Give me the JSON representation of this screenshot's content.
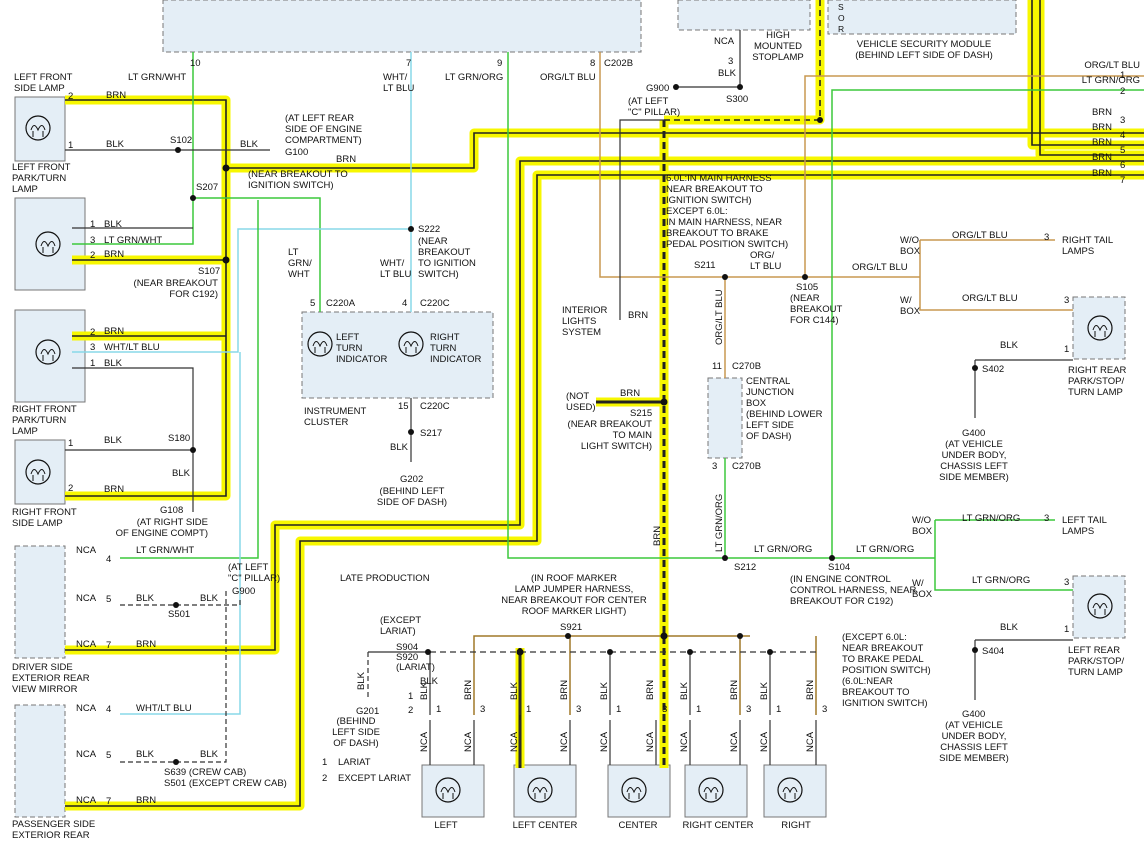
{
  "colors": {
    "highlight": "#f7f700",
    "brn": "#a07828",
    "ltgrn": "#3cc83c",
    "ltblu": "#88d8e8",
    "orgltblu": "#c89850",
    "component": "#e4eef6"
  },
  "top": {
    "pins": {
      "p10": "10",
      "p7": "7",
      "p9": "9",
      "p8": "8"
    },
    "connector": "C202B",
    "wires": {
      "w1": "LT GRN/WHT",
      "w2": "WHT/\nLT BLU",
      "w3": "LT GRN/ORG",
      "w4": "ORG/LT BLU"
    },
    "nca": "NCA",
    "pin3": "3",
    "blk": "BLK",
    "s300": "S300",
    "hmsl": "HIGH\nMOUNTED\nSTOPLAMP",
    "vsm": "VEHICLE SECURITY MODULE\n(BEHIND LEFT SIDE OF DASH)",
    "sor": "S\nO\nR"
  },
  "left": {
    "lfside": "LEFT FRONT\nSIDE LAMP",
    "lfpark": "LEFT FRONT\nPARK/TURN\nLAMP",
    "rfpark": "RIGHT FRONT\nPARK/TURN\nLAMP",
    "rfside": "RIGHT FRONT\nSIDE LAMP",
    "brn": "BRN",
    "blk": "BLK",
    "ltgrnwht": "LT GRN/WHT",
    "whtltblu": "WHT/LT BLU",
    "s102": "S102",
    "g100": "G100",
    "g100note": "(AT LEFT REAR\nSIDE OF ENGINE\nCOMPARTMENT)",
    "breakout": "(NEAR BREAKOUT TO\nIGNITION SWITCH)",
    "s207": "S207",
    "s107": "S107",
    "s107note": "(NEAR BREAKOUT\nFOR C192)",
    "s180": "S180",
    "g108": "G108",
    "g108note": "(AT RIGHT SIDE\nOF ENGINE COMPT)",
    "p1": "1",
    "p2": "2",
    "p3": "3"
  },
  "cluster": {
    "title": "INSTRUMENT\nCLUSTER",
    "lti": "LEFT\nTURN\nINDICATOR",
    "rti": "RIGHT\nTURN\nINDICATOR",
    "c220a": "C220A",
    "c220c": "C220C",
    "p5": "5",
    "p4": "4",
    "p15": "15",
    "ltgrnwht": "LT\nGRN/\nWHT",
    "whtltblu": "WHT/\nLT BLU",
    "s222": "S222",
    "s222note": "(NEAR\nBREAKOUT\nTO IGNITION\nSWITCH)",
    "blk": "BLK",
    "s217": "S217",
    "g202": "G202",
    "g202note": "(BEHIND LEFT\nSIDE OF DASH)"
  },
  "mirrors": {
    "driver": "DRIVER SIDE\nEXTERIOR REAR\nVIEW MIRROR",
    "passenger": "PASSENGER SIDE\nEXTERIOR REAR",
    "nca": "NCA",
    "p4": "4",
    "p5": "5",
    "p7": "7",
    "ltgrnwht": "LT GRN/WHT",
    "whtltblu": "WHT/LT BLU",
    "blk": "BLK",
    "brn": "BRN",
    "s501": "S501",
    "g900": "G900",
    "g900note": "(AT LEFT\n\"C\" PILLAR)",
    "s639": "S639 (CREW CAB)",
    "s501b": "S501 (EXCEPT CREW CAB)",
    "late": "LATE PRODUCTION"
  },
  "center": {
    "g900": "G900",
    "g900note": "(AT LEFT\n\"C\" PILLAR)",
    "note60": "6.0L:IN MAIN HARNESS\nNEAR BREAKOUT TO\nIGNITION SWITCH)\nEXCEPT 6.0L:\nIN MAIN HARNESS, NEAR\nBREAKOUT TO BRAKE\nPEDAL POSITION SWITCH)",
    "interior": "INTERIOR\nLIGHTS\nSYSTEM",
    "brn": "BRN",
    "notused": "(NOT\nUSED)",
    "s215": "S215",
    "s215note": "(NEAR BREAKOUT\nTO MAIN\nLIGHT SWITCH)",
    "s211": "S211",
    "orgltblu": "ORG/\nLT BLU",
    "orgltblu2": "ORG/LT BLU",
    "orgltbluv": "ORG/LT BLU",
    "s105": "S105",
    "s105note": "(NEAR\nBREAKOUT\nFOR C144)",
    "cjb": "CENTRAL\nJUNCTION\nBOX\n(BEHIND LOWER\nLEFT SIDE\nOF DASH)",
    "c270b": "C270B",
    "p11": "11",
    "p3": "3",
    "ltgrnorgv": "LT GRN/ORG",
    "ltgrnorg": "LT GRN/ORG",
    "s212": "S212",
    "s104": "S104",
    "s104note": "(IN ENGINE CONTROL\nCONTROL HARNESS, NEAR\nBREAKOUT FOR C192)",
    "s212note": "(EXCEPT 6.0L:\nNEAR BREAKOUT\nTO BRAKE PEDAL\nPOSITION SWITCH)\n(6.0L:NEAR\nBREAKOUT TO\nIGNITION SWITCH)",
    "brnv": "BRN"
  },
  "right": {
    "labels": [
      "ORG/LT BLU",
      "LT GRN/ORG",
      "BRN",
      "BRN",
      "BRN",
      "BRN",
      "BRN"
    ],
    "pins": [
      "1",
      "2",
      "3",
      "4",
      "5",
      "6",
      "7"
    ],
    "wo": "W/O\nBOX",
    "w": "W/\nBOX",
    "orgltblu": "ORG/LT BLU",
    "ltgrnorg": "LT GRN/ORG",
    "p3": "3",
    "p1": "1",
    "blk": "BLK",
    "rtail": "RIGHT TAIL\nLAMPS",
    "ltail": "LEFT TAIL\nLAMPS",
    "rrpark": "RIGHT REAR\nPARK/STOP/\nTURN LAMP",
    "lrpark": "LEFT REAR\nPARK/STOP/\nTURN LAMP",
    "s402": "S402",
    "s404": "S404",
    "g400": "G400",
    "g400note": "(AT VEHICLE\nUNDER BODY,\nCHASSIS LEFT\nSIDE MEMBER)"
  },
  "roof": {
    "note": "(IN ROOF MARKER\nLAMP JUMPER HARNESS,\nNEAR BREAKOUT FOR CENTER\nROOF MARKER LIGHT)",
    "s921": "S921",
    "s904": "S904",
    "s920": "S920",
    "except": "(EXCEPT\nLARIAT)",
    "lariat": "(LARIAT)",
    "g201": "G201",
    "g201note": "(BEHIND\nLEFT SIDE\nOF DASH)",
    "blk": "BLK",
    "brn": "BRN",
    "nca": "NCA",
    "legend1": "LARIAT",
    "legend2": "EXCEPT LARIAT",
    "c1": "1",
    "c2": "2",
    "p1": "1",
    "p2": "2",
    "p3": "3",
    "lamps": [
      "LEFT",
      "LEFT CENTER",
      "CENTER",
      "RIGHT CENTER",
      "RIGHT"
    ]
  }
}
